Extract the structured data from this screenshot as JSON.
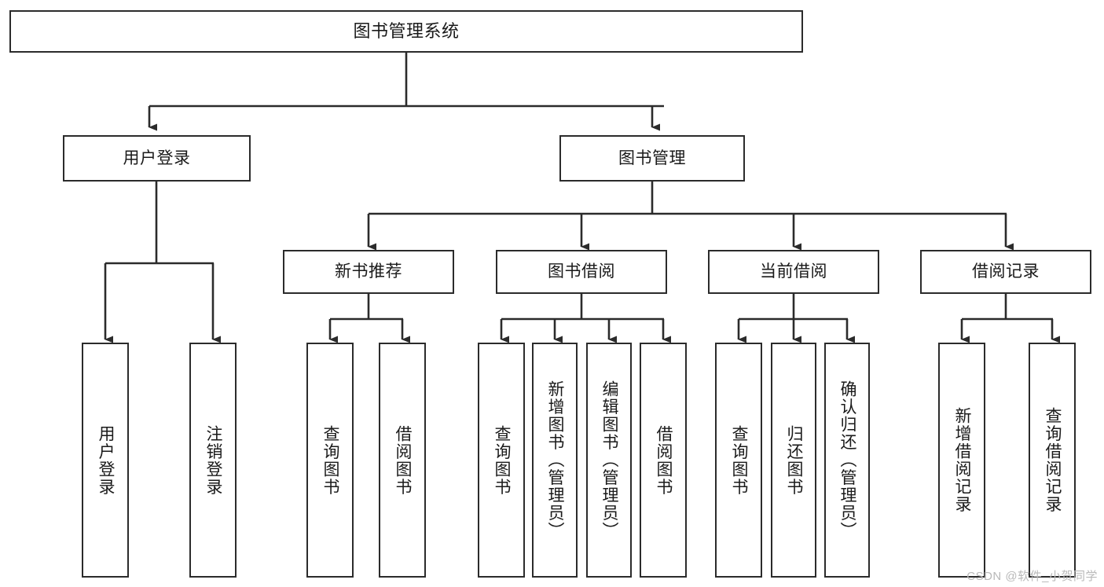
{
  "diagram": {
    "title": "图书管理系统",
    "watermark": "CSDN @软件_小贺同学",
    "line_color": "#2b2b2b",
    "box_fill": "#ffffff",
    "text_color": "#1a1a1a",
    "watermark_color": "#b9b9b9"
  },
  "nodes": {
    "root": {
      "label": "图书管理系统",
      "level": 1
    },
    "l2": [
      {
        "id": "user-login",
        "label": "用户登录",
        "level": 2
      },
      {
        "id": "book-manage",
        "label": "图书管理",
        "level": 2
      }
    ],
    "l3": [
      {
        "id": "new-book-recommend",
        "label": "新书推荐",
        "level": 3
      },
      {
        "id": "book-borrow",
        "label": "图书借阅",
        "level": 3
      },
      {
        "id": "current-borrow",
        "label": "当前借阅",
        "level": 3
      },
      {
        "id": "borrow-record",
        "label": "借阅记录",
        "level": 3
      }
    ],
    "leaves": [
      {
        "id": "leaf-user-login",
        "label": "用户登录",
        "parent": "user-login"
      },
      {
        "id": "leaf-user-logout",
        "label": "注销登录",
        "parent": "user-login"
      },
      {
        "id": "leaf-query-book-1",
        "label": "查询图书",
        "parent": "new-book-recommend"
      },
      {
        "id": "leaf-borrow-book-1",
        "label": "借阅图书",
        "parent": "new-book-recommend"
      },
      {
        "id": "leaf-query-book-2",
        "label": "查询图书",
        "parent": "book-borrow"
      },
      {
        "id": "leaf-add-book",
        "label": "新增图书（管理员）",
        "parent": "book-borrow"
      },
      {
        "id": "leaf-edit-book",
        "label": "编辑图书（管理员）",
        "parent": "book-borrow"
      },
      {
        "id": "leaf-borrow-book-2",
        "label": "借阅图书",
        "parent": "book-borrow"
      },
      {
        "id": "leaf-query-book-3",
        "label": "查询图书",
        "parent": "current-borrow"
      },
      {
        "id": "leaf-return-book",
        "label": "归还图书",
        "parent": "current-borrow"
      },
      {
        "id": "leaf-confirm-return",
        "label": "确认归还（管理员）",
        "parent": "current-borrow"
      },
      {
        "id": "leaf-add-record",
        "label": "新增借阅记录",
        "parent": "borrow-record"
      },
      {
        "id": "leaf-query-record",
        "label": "查询借阅记录",
        "parent": "borrow-record"
      }
    ]
  }
}
